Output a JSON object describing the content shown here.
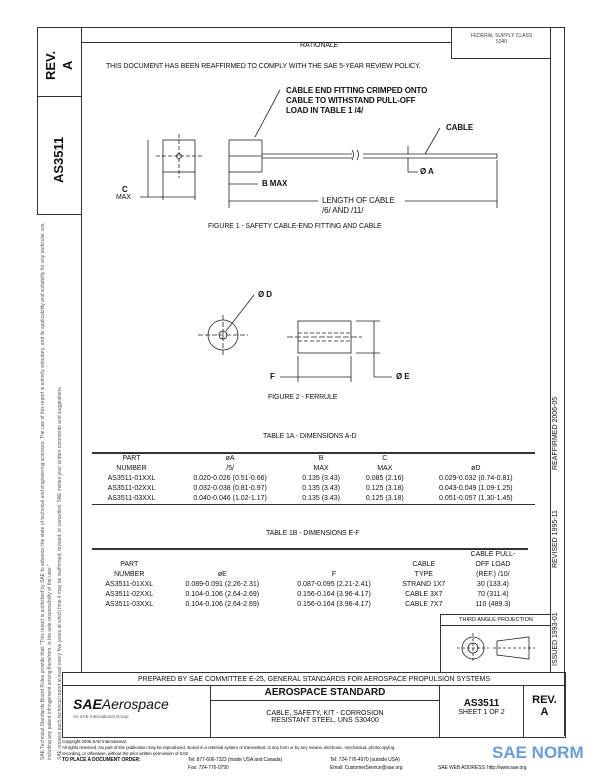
{
  "side_strip": {
    "rev_label": "REV.",
    "rev_value": "A",
    "doc_number": "AS3511",
    "disclaimer_1": "SAE Technical Standards Board Rules provide that: \"This report is published by SAE to advance the state of technical and engineering sciences. The use of this report is entirely voluntary, and its applicability and suitability for any particular use, including any patent infringement arising therefrom, is the sole responsibility of the user.\"",
    "disclaimer_2": "SAE reviews each technical report at least every five years at which time it may be reaffirmed, revised, or cancelled. SAE invites your written comments and suggestions."
  },
  "header": {
    "section_title": "RATIONALE",
    "supply_class_line1": "FEDERAL SUPPLY CLASS",
    "supply_class_line2": "5340",
    "rationale_text": "THIS DOCUMENT HAS BEEN REAFFIRMED TO COMPLY WITH THE SAE 5-YEAR REVIEW POLICY."
  },
  "right_strip": {
    "issued": "ISSUED 1993-01",
    "revised": "REVISED 1995-11",
    "reaffirmed": "REAFFIRMED 2006-05"
  },
  "figure1": {
    "callout_line1": "CABLE END FITTING CRIMPED ONTO",
    "callout_line2": "CABLE TO WITHSTAND PULL-OFF",
    "callout_line3": "LOAD IN TABLE 1 /4/",
    "cable_label": "CABLE",
    "dia_a": "Ø A",
    "b_max": "B MAX",
    "c_label": "C",
    "c_max": "MAX",
    "length_line1": "LENGTH OF CABLE",
    "length_line2": "/6/ AND /11/",
    "caption": "FIGURE 1 - SAFETY CABLE-END FITTING AND CABLE"
  },
  "figure2": {
    "dia_d": "Ø D",
    "f_label": "F",
    "dia_e": "Ø E",
    "caption": "FIGURE 2 - FERRULE"
  },
  "table1a": {
    "title": "TABLE 1A - DIMENSIONS A-D",
    "headers": [
      [
        "PART",
        "NUMBER"
      ],
      [
        "øA",
        "/5/"
      ],
      [
        "B",
        "MAX"
      ],
      [
        "C",
        "MAX"
      ],
      [
        "",
        "øD"
      ]
    ],
    "rows": [
      [
        "AS3511-01XXL",
        "0.020-0.026 (0.51-0.66)",
        "0.135 (3.43)",
        "0.085 (2.16)",
        "0.029-0.032 (0.74-0.81)"
      ],
      [
        "AS3511-02XXL",
        "0.032-0.038 (0.81-0.97)",
        "0.135 (3.43)",
        "0.125 (3.18)",
        "0.043-0.049 (1.09-1.25)"
      ],
      [
        "AS3511-03XXL",
        "0.040-0.046 (1.02-1.17)",
        "0.135 (3.43)",
        "0.125 (3.18)",
        "0.051-0.057 (1.30-1.45)"
      ]
    ]
  },
  "table1b": {
    "title": "TABLE 1B - DIMENSIONS E-F",
    "headers": [
      [
        "",
        "PART",
        "NUMBER"
      ],
      [
        "",
        "",
        "øE"
      ],
      [
        "",
        "",
        "F"
      ],
      [
        "",
        "CABLE",
        "TYPE"
      ],
      [
        "CABLE PULL-",
        "OFF LOAD",
        "(REF.) /10/"
      ]
    ],
    "rows": [
      [
        "AS3511-01XXL",
        "0.089-0.091 (2.26-2.31)",
        "0.087-0.095 (2.21-2.41)",
        "STRAND 1X7",
        "30 (133.4)"
      ],
      [
        "AS3511-02XXL",
        "0.104-0.106 (2.64-2.69)",
        "0.156-0.164 (3.96-4.17)",
        "CABLE 3X7",
        "70 (311.4)"
      ],
      [
        "AS3511-03XXL",
        "0.104-0.106 (2.64-2.69)",
        "0.156-0.164 (3.96-4.17)",
        "CABLE 7X7",
        "110 (489.3)"
      ]
    ]
  },
  "projection": {
    "label": "THIRD ANGLE PROJECTION"
  },
  "title_block": {
    "prepared_by": "PREPARED BY SAE COMMITTEE E-25, GENERAL STANDARDS FOR AEROSPACE PROPULSION SYSTEMS",
    "logo_sae": "SAE",
    "logo_aerospace": "Aerospace",
    "logo_tagline": "An SAE International Group",
    "standard_type": "AEROSPACE STANDARD",
    "title_line1": "CABLE, SAFETY, KIT - CORROSION",
    "title_line2": "RESISTANT STEEL, UNS S30400",
    "doc_number": "AS3511",
    "sheet": "SHEET 1 OF 2",
    "rev_label": "REV.",
    "rev_value": "A"
  },
  "footer": {
    "copyright": "Copyright 2006 SAE International",
    "rights_line1": "All rights reserved. No part of this publication may be reproduced, stored in a retrieval system or transmitted, in any form or by any means, electronic, mechanical, photocopying,",
    "rights_line2": "recording, or otherwise, without the prior written permission of SAE.",
    "order_label": "TO PLACE A DOCUMENT ORDER:",
    "tel_us": "Tel: 877-606-7323 (inside USA and Canada)",
    "fax": "Fax: 724-776-0790",
    "tel_intl": "Tel: 724-776-4970 (outside USA)",
    "email": "Email: CustomerService@sae.org",
    "web": "SAE WEB ADDRESS: http://www.sae.org",
    "watermark": "SAE NORM",
    "watermark_color": "#4a90d9"
  }
}
